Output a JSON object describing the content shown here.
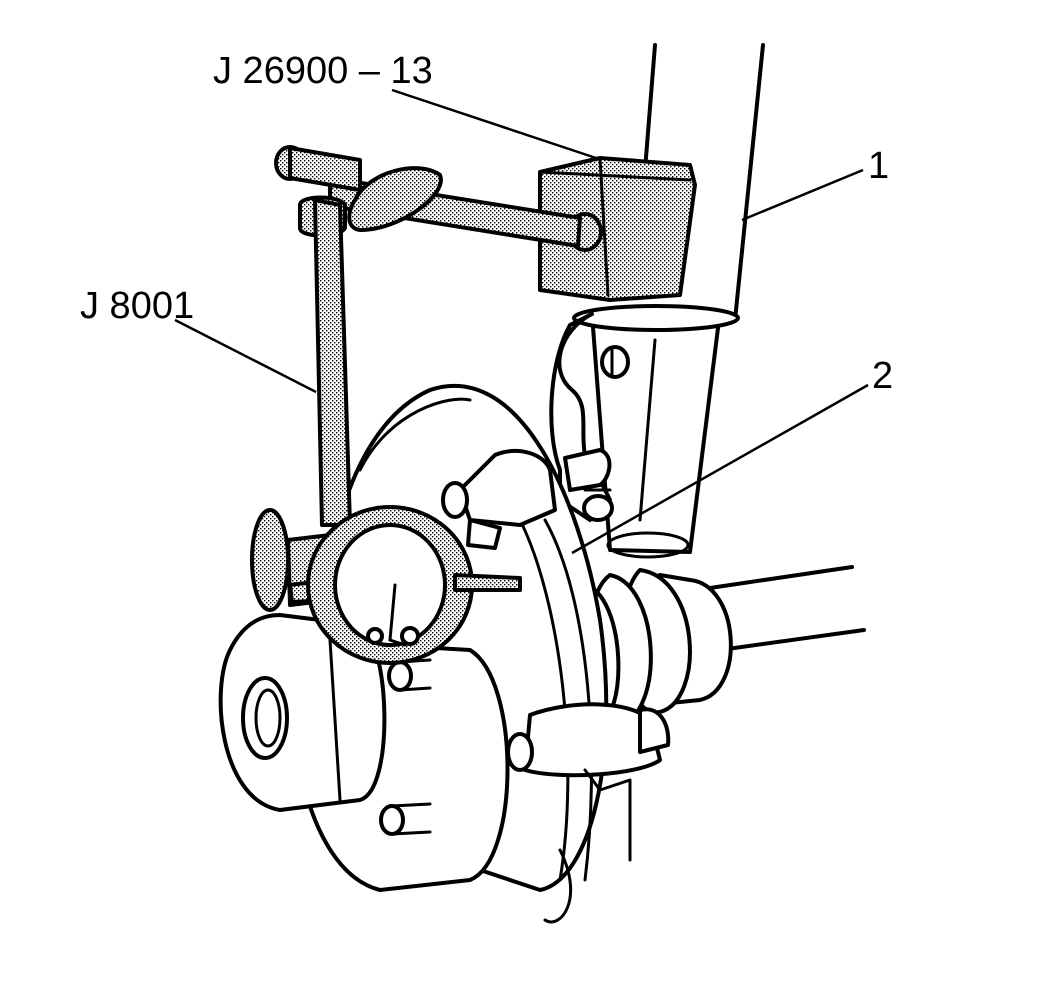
{
  "labels": {
    "tool_extension": "J 26900 – 13",
    "tool_indicator": "J 8001",
    "callout_1": "1",
    "callout_2": "2"
  },
  "colors": {
    "ink": "#000000",
    "background": "#ffffff",
    "shade": "#c8c8c8"
  }
}
